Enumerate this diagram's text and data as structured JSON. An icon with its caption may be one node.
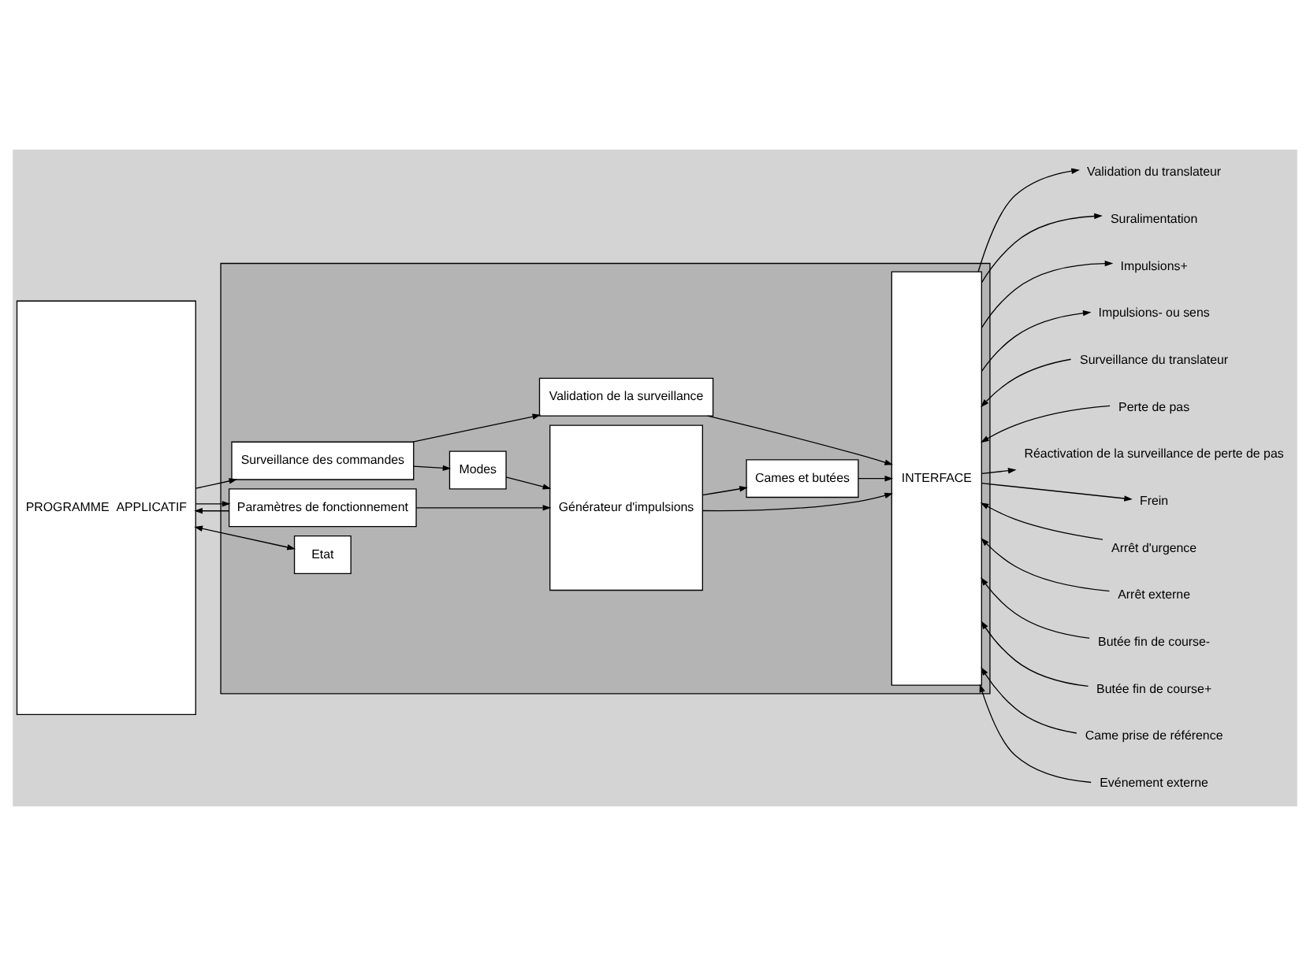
{
  "diagram": {
    "nodes": [
      {
        "text": [
          "PROGRAMME  APPLICATIF"
        ]
      },
      {
        "text": [],
        "shape": "box"
      },
      {
        "text": [
          "Validation de la surveillance"
        ],
        "in": 1
      },
      {
        "text": [
          "Surveillance des commandes"
        ],
        "in": 1
      },
      {
        "text": [
          "Modes"
        ],
        "in": 1
      },
      {
        "text": [
          "Générateur d'impulsions"
        ],
        "in": 1
      },
      {
        "text": [
          "Paramètres de fonctionnement"
        ],
        "in": 1
      },
      {
        "text": [
          "Etat"
        ],
        "in": 1
      },
      {
        "text": [
          "Cames et butées"
        ],
        "in": 1
      },
      {
        "text": [
          "INTERFACE"
        ],
        "in": 1
      },
      {
        "text": [
          "Validation du translateur"
        ]
      },
      {
        "text": [
          "Suralimentation"
        ]
      },
      {
        "text": [
          "Impulsions+"
        ]
      },
      {
        "text": [
          "Impulsions- ou sens"
        ]
      },
      {
        "text": [
          "Surveillance du translateur"
        ]
      },
      {
        "text": [
          "Perte de pas"
        ]
      },
      {
        "text": [
          "Réactivation de la surveillance de perte de pas"
        ]
      },
      {
        "text": [
          "Frein"
        ]
      },
      {
        "text": [
          "Arrêt d'urgence"
        ]
      },
      {
        "text": [
          "Arrêt externe"
        ]
      },
      {
        "text": [
          "Butée fin de course-"
        ]
      },
      {
        "text": [
          "Butée fin de course+"
        ]
      },
      {
        "text": [
          "Came prise de référence"
        ]
      },
      {
        "text": [
          "Evénement externe"
        ]
      }
    ],
    "edges": [
      {
        "from": 0,
        "to": 3,
        "arrow": "to"
      },
      {
        "from": 0,
        "to": 6,
        "arrow": "to"
      },
      {
        "from": 6,
        "to": 0,
        "arrow": "to"
      },
      {
        "from": 0,
        "to": 7,
        "arrow": "both"
      },
      {
        "from": 3,
        "to": 2,
        "arrow": "to"
      },
      {
        "from": 2,
        "to": 9,
        "arrow": "to"
      },
      {
        "from": 3,
        "to": 4,
        "arrow": "to"
      },
      {
        "from": 4,
        "to": 5,
        "arrow": "to"
      },
      {
        "from": 6,
        "to": 5,
        "arrow": "to"
      },
      {
        "from": 5,
        "to": 9,
        "arrow": "to"
      },
      {
        "from": 5,
        "to": 8,
        "arrow": "to"
      },
      {
        "from": 8,
        "to": 9,
        "arrow": "to"
      },
      {
        "from": 9,
        "to": 10,
        "arrow": "to"
      },
      {
        "from": 9,
        "to": 11,
        "arrow": "to"
      },
      {
        "from": 9,
        "to": 12,
        "arrow": "to"
      },
      {
        "from": 9,
        "to": 13,
        "arrow": "to"
      },
      {
        "from": 14,
        "to": 9,
        "arrow": "to"
      },
      {
        "from": 15,
        "to": 9,
        "arrow": "to"
      },
      {
        "from": 9,
        "to": 16,
        "arrow": "to"
      },
      {
        "from": 9,
        "to": 17,
        "arrow": "to"
      },
      {
        "from": 18,
        "to": 9,
        "arrow": "to"
      },
      {
        "from": 19,
        "to": 9,
        "arrow": "to"
      },
      {
        "from": 20,
        "to": 9,
        "arrow": "to"
      },
      {
        "from": 21,
        "to": 9,
        "arrow": "to"
      },
      {
        "from": 22,
        "to": 9,
        "arrow": "to"
      },
      {
        "from": 23,
        "to": 9,
        "arrow": "to"
      }
    ]
  }
}
